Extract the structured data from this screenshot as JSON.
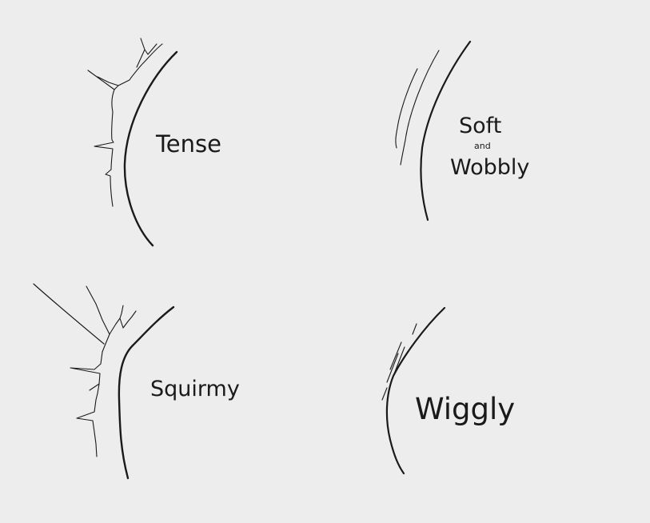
{
  "labels": {
    "tense": "Tense",
    "soft": "Soft",
    "and": "and",
    "wobbly": "Wobbly",
    "squirmy": "Squirmy",
    "wiggly": "Wiggly"
  },
  "colors": {
    "background": "#ededed",
    "ink": "#1a1a1a"
  }
}
